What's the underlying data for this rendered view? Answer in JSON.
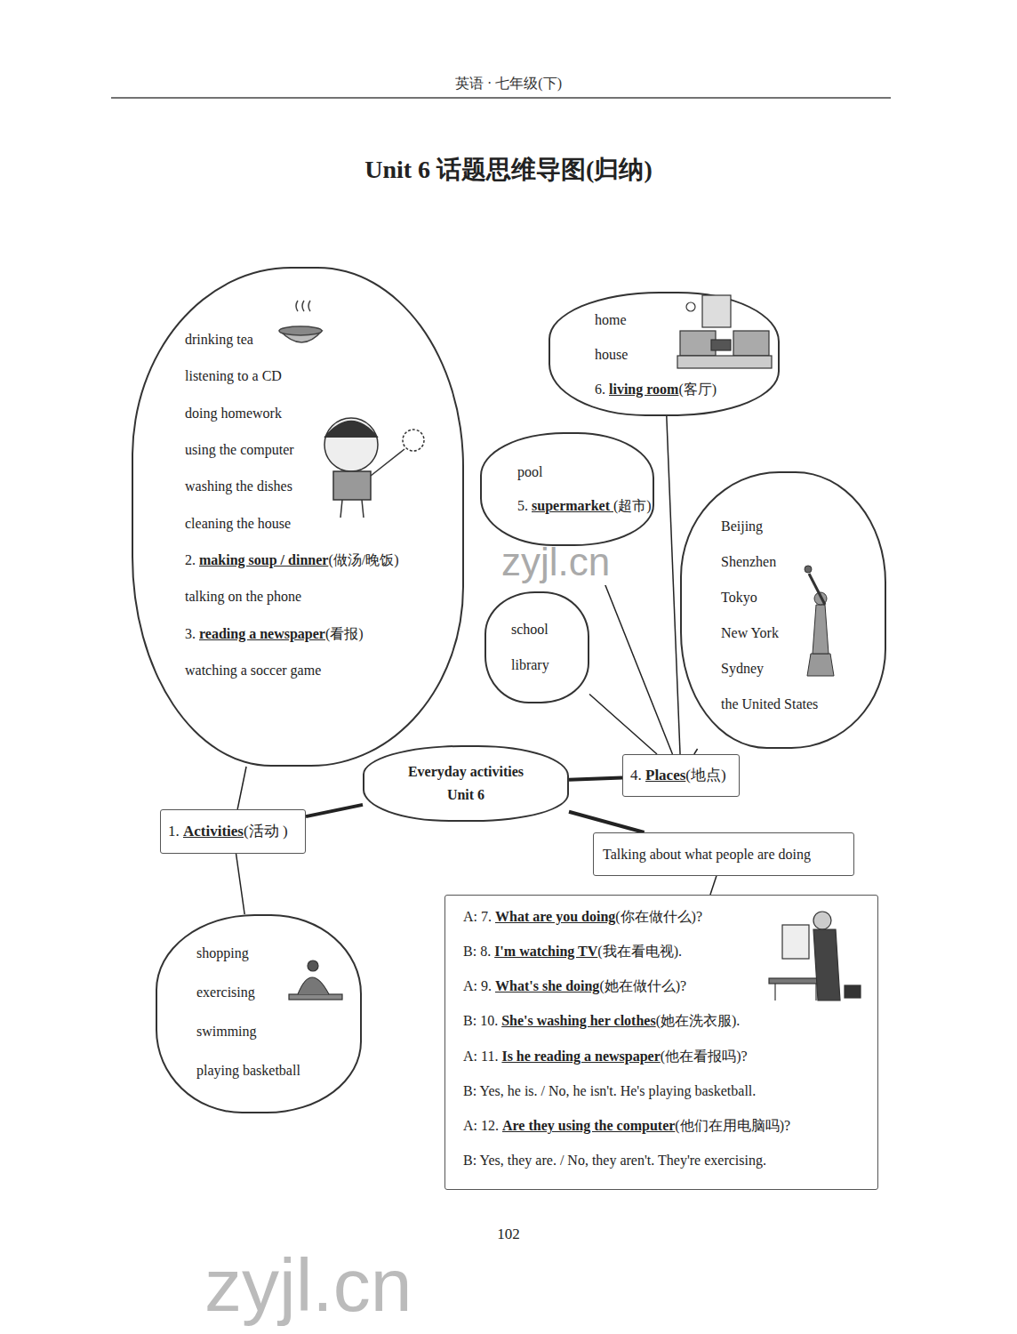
{
  "diagram": {
    "title": "Unit 6 话题思维导图(归纳)",
    "nodes": [
      {
        "text": [
          "Everyday activities",
          "Unit 6"
        ]
      },
      {
        "text": [
          "1. Activities(活动 )"
        ]
      },
      {
        "text": [
          "drinking tea",
          "listening to a CD",
          "doing homework",
          "using the computer",
          "washing the dishes",
          "cleaning the house",
          "2. making soup / dinner(做汤/晚饭)",
          "talking on the phone",
          "3. reading a newspaper(看报)",
          "watching a soccer game"
        ]
      },
      {
        "text": [
          "shopping",
          "exercising",
          "swimming",
          "playing basketball"
        ]
      },
      {
        "text": [
          "4. Places(地点)"
        ]
      },
      {
        "text": [
          "home",
          "house",
          "6. living room(客厅)"
        ]
      },
      {
        "text": [
          "pool",
          "5. supermarket (超市)"
        ]
      },
      {
        "text": [
          "school",
          "library"
        ]
      },
      {
        "text": [
          "Beijing",
          "Shenzhen",
          "Tokyo",
          "New York",
          "Sydney",
          "the United States"
        ]
      },
      {
        "text": [
          "Talking about what people are doing"
        ]
      },
      {
        "text": [
          "A: 7. What are you doing(你在做什么)?",
          "B: 8. I'm watching TV(我在看电视).",
          "A: 9. What's she doing(她在做什么)?",
          "B: 10. She's washing her clothes(她在洗衣服).",
          "A: 11. Is he reading a newspaper(他在看报吗)?",
          "B: Yes, he is. / No, he isn't. He's playing basketball.",
          "A: 12. Are they using the computer(他们在用电脑吗)?",
          "B: Yes, they are. / No, they aren't. They're exercising."
        ]
      }
    ],
    "edges": [
      {
        "from": 0,
        "to": 1,
        "arrow": "none"
      },
      {
        "from": 0,
        "to": 4,
        "arrow": "none"
      },
      {
        "from": 0,
        "to": 9,
        "arrow": "none"
      },
      {
        "from": 1,
        "to": 2,
        "arrow": "none"
      },
      {
        "from": 1,
        "to": 3,
        "arrow": "none"
      },
      {
        "from": 4,
        "to": 5,
        "arrow": "none"
      },
      {
        "from": 4,
        "to": 6,
        "arrow": "none"
      },
      {
        "from": 4,
        "to": 7,
        "arrow": "none"
      },
      {
        "from": 4,
        "to": 8,
        "arrow": "none"
      },
      {
        "from": 9,
        "to": 10,
        "arrow": "none"
      }
    ],
    "labels": [
      "英语 · 七年级(下)",
      "zyjl.cn",
      "102",
      "zyjl.cn"
    ]
  }
}
